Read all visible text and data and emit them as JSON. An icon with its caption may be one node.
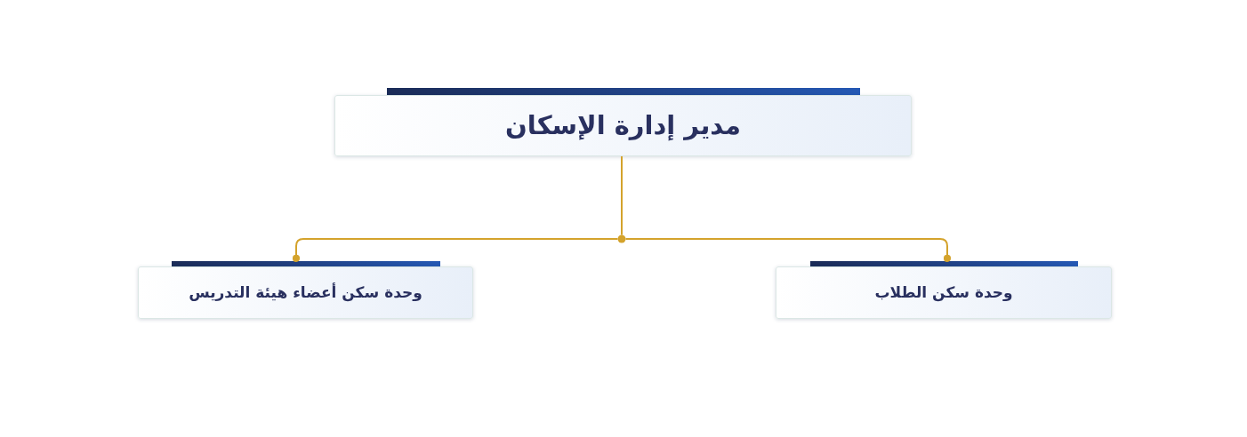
{
  "diagram": {
    "nodes": [
      {
        "text": [
          "مدير إدارة الإسكان"
        ]
      },
      {
        "text": [
          "وحدة سكن الطلاب"
        ]
      },
      {
        "text": [
          "وحدة سكن أعضاء هيئة التدريس"
        ]
      }
    ],
    "edges": [
      {
        "from": 0,
        "to": 1,
        "arrow": "other"
      },
      {
        "from": 0,
        "to": 2,
        "arrow": "other"
      }
    ]
  }
}
